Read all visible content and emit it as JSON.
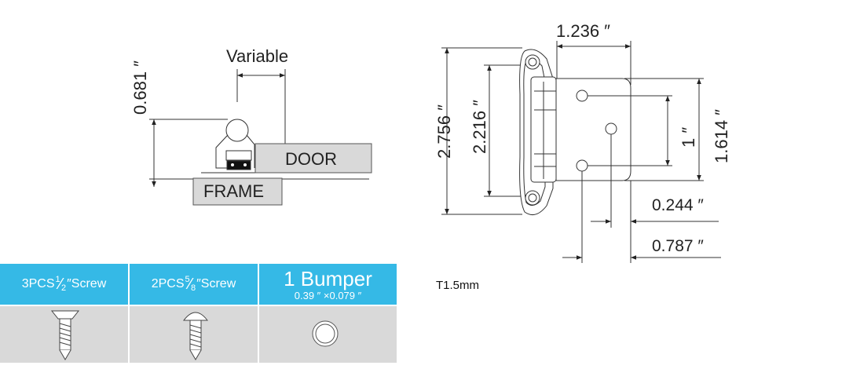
{
  "side_view": {
    "height_label": "0.681 ″",
    "variable_label": "Variable",
    "door_label": "DOOR",
    "frame_label": "FRAME"
  },
  "front_view": {
    "width_label": "1.236 ″",
    "overall_height_label": "2.756 ″",
    "inner_height_label": "2.216 ″",
    "hole_spacing_label": "1 ″",
    "plate_height_label": "1.614 ″",
    "offset_small_label": "0.244 ″",
    "offset_large_label": "0.787 ″"
  },
  "thickness_label": "T1.5mm",
  "hardware": [
    {
      "prefix": "3PCS",
      "num": "1",
      "den": "2",
      "suffix": "″Screw"
    },
    {
      "prefix": "2PCS",
      "num": "5",
      "den": "8",
      "suffix": "″Screw"
    },
    {
      "title": "1 Bumper",
      "sub": "0.39 ″ ×0.079 ″"
    }
  ],
  "colors": {
    "header_bg": "#35b9e6",
    "body_bg": "#d9d9d9",
    "line": "#222222"
  }
}
